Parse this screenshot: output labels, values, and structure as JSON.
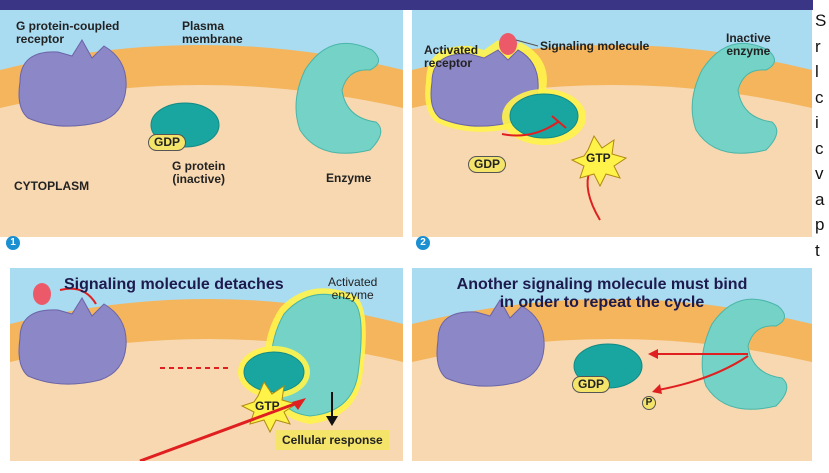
{
  "panel1": {
    "label_gpcr": "G protein-coupled\nreceptor",
    "label_membrane": "Plasma\nmembrane",
    "label_gdp": "GDP",
    "label_gprotein": "G protein\n(inactive)",
    "label_enzyme": "Enzyme",
    "label_cytoplasm": "CYTOPLASM",
    "step": "1"
  },
  "panel2": {
    "label_activated_receptor": "Activated\nreceptor",
    "label_signaling": "Signaling molecule",
    "label_inactive_enzyme": "Inactive\nenzyme",
    "label_gdp": "GDP",
    "label_gtp": "GTP",
    "step": "2"
  },
  "panel3": {
    "title": "Signaling molecule detaches",
    "label_activated_enzyme": "Activated\nenzyme",
    "label_gtp": "GTP",
    "label_response": "Cellular response"
  },
  "panel4": {
    "title": "Another signaling molecule must bind\nin order to repeat the cycle",
    "label_gdp": "GDP",
    "label_pi": "P"
  },
  "side_letters": [
    "S",
    "r",
    "l",
    "c",
    "i",
    "c",
    "v",
    "a",
    "p",
    "t"
  ],
  "colors": {
    "cytoplasm": "#f7d8b0",
    "membrane": "#f4b55c",
    "extracellular": "#a9dbf1",
    "receptor": "#8c87c6",
    "gprotein": "#1aa6a0",
    "enzyme": "#74d3c6",
    "highlight": "#fff34a",
    "arrow": "#e02020"
  }
}
